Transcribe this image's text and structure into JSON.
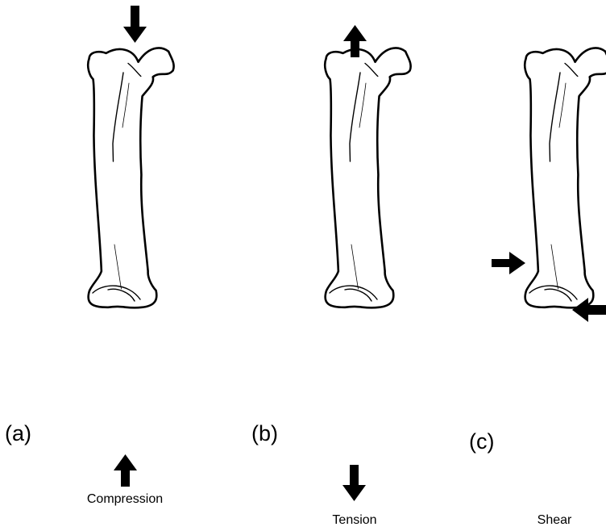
{
  "figure": {
    "panels": [
      {
        "letter": "(a)",
        "caption": "Compression"
      },
      {
        "letter": "(b)",
        "caption": "Tension"
      },
      {
        "letter": "(c)",
        "caption": "Shear"
      }
    ],
    "colors": {
      "ink": "#000000",
      "background": "#ffffff"
    },
    "icons": [
      "femur-bone",
      "force-arrow"
    ]
  }
}
